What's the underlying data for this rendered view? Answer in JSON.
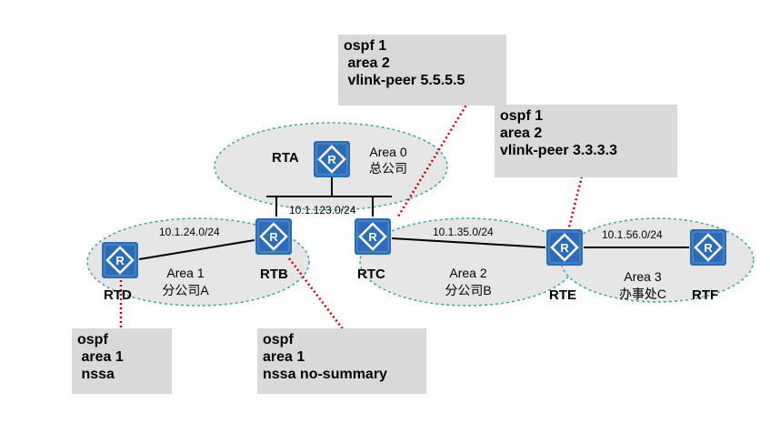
{
  "colors": {
    "router_fill": "#2a6ebb",
    "area_fill": "#e6e6e6",
    "area_border": "#3aa5a5",
    "link_line": "#000000",
    "config_line": "#cc0000",
    "config_box": "#d9d9d9"
  },
  "routers": [
    {
      "id": "rta",
      "label": "RTA"
    },
    {
      "id": "rtb",
      "label": "RTB"
    },
    {
      "id": "rtc",
      "label": "RTC"
    },
    {
      "id": "rtd",
      "label": "RTD"
    },
    {
      "id": "rte",
      "label": "RTE"
    },
    {
      "id": "rtf",
      "label": "RTF"
    }
  ],
  "areas": [
    {
      "id": "area0",
      "name": "Area 0",
      "site": "总公司"
    },
    {
      "id": "area1",
      "name": "Area 1",
      "site": "分公司A"
    },
    {
      "id": "area2",
      "name": "Area 2",
      "site": "分公司B"
    },
    {
      "id": "area3",
      "name": "Area 3",
      "site": "办事处C"
    }
  ],
  "subnets": {
    "area0": "10.1.123.0/24",
    "area1": "10.1.24.0/24",
    "area2": "10.1.35.0/24",
    "area3": "10.1.56.0/24"
  },
  "configs": {
    "rtc": [
      "ospf 1",
      " area 2",
      " vlink-peer 5.5.5.5"
    ],
    "rte": [
      "ospf 1",
      "area 2",
      "vlink-peer 3.3.3.3"
    ],
    "rtd": [
      "ospf",
      " area 1",
      " nssa"
    ],
    "rtb": [
      "ospf",
      "area 1",
      "nssa no-summary"
    ]
  }
}
